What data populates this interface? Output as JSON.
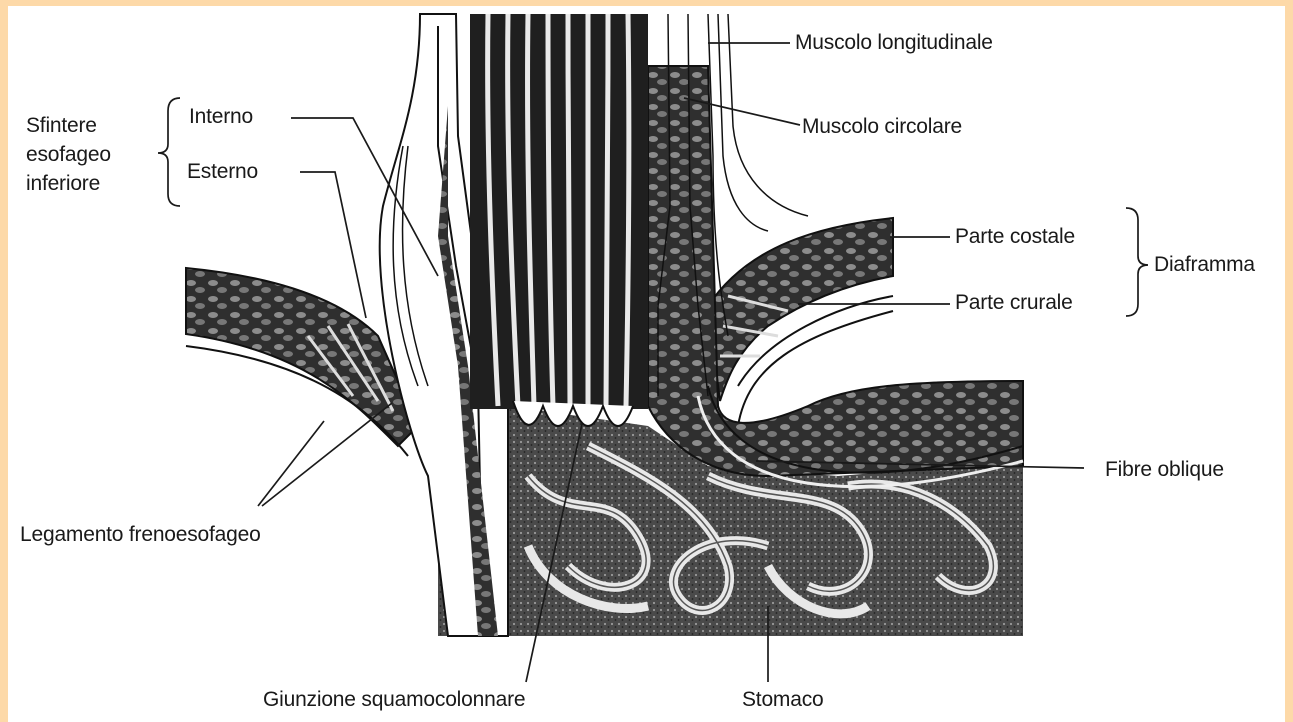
{
  "labels": {
    "muscolo_longitudinale": "Muscolo longitudinale",
    "muscolo_circolare": "Muscolo circolare",
    "sfintere_line1": "Sfintere",
    "sfintere_line2": "esofageo",
    "sfintere_line3": "inferiore",
    "interno": "Interno",
    "esterno": "Esterno",
    "parte_costale": "Parte costale",
    "parte_crurale": "Parte crurale",
    "diaframma": "Diaframma",
    "fibre_oblique": "Fibre oblique",
    "legamento": "Legamento frenoesofageo",
    "giunzione": "Giunzione squamocolonnare",
    "stomaco": "Stomaco"
  },
  "colors": {
    "page_border": "#fdd9a8",
    "background": "#ffffff",
    "ink": "#1a1a1a",
    "tissue_dark": "#2b2b2b",
    "tissue_mid": "#6b6b6b"
  }
}
